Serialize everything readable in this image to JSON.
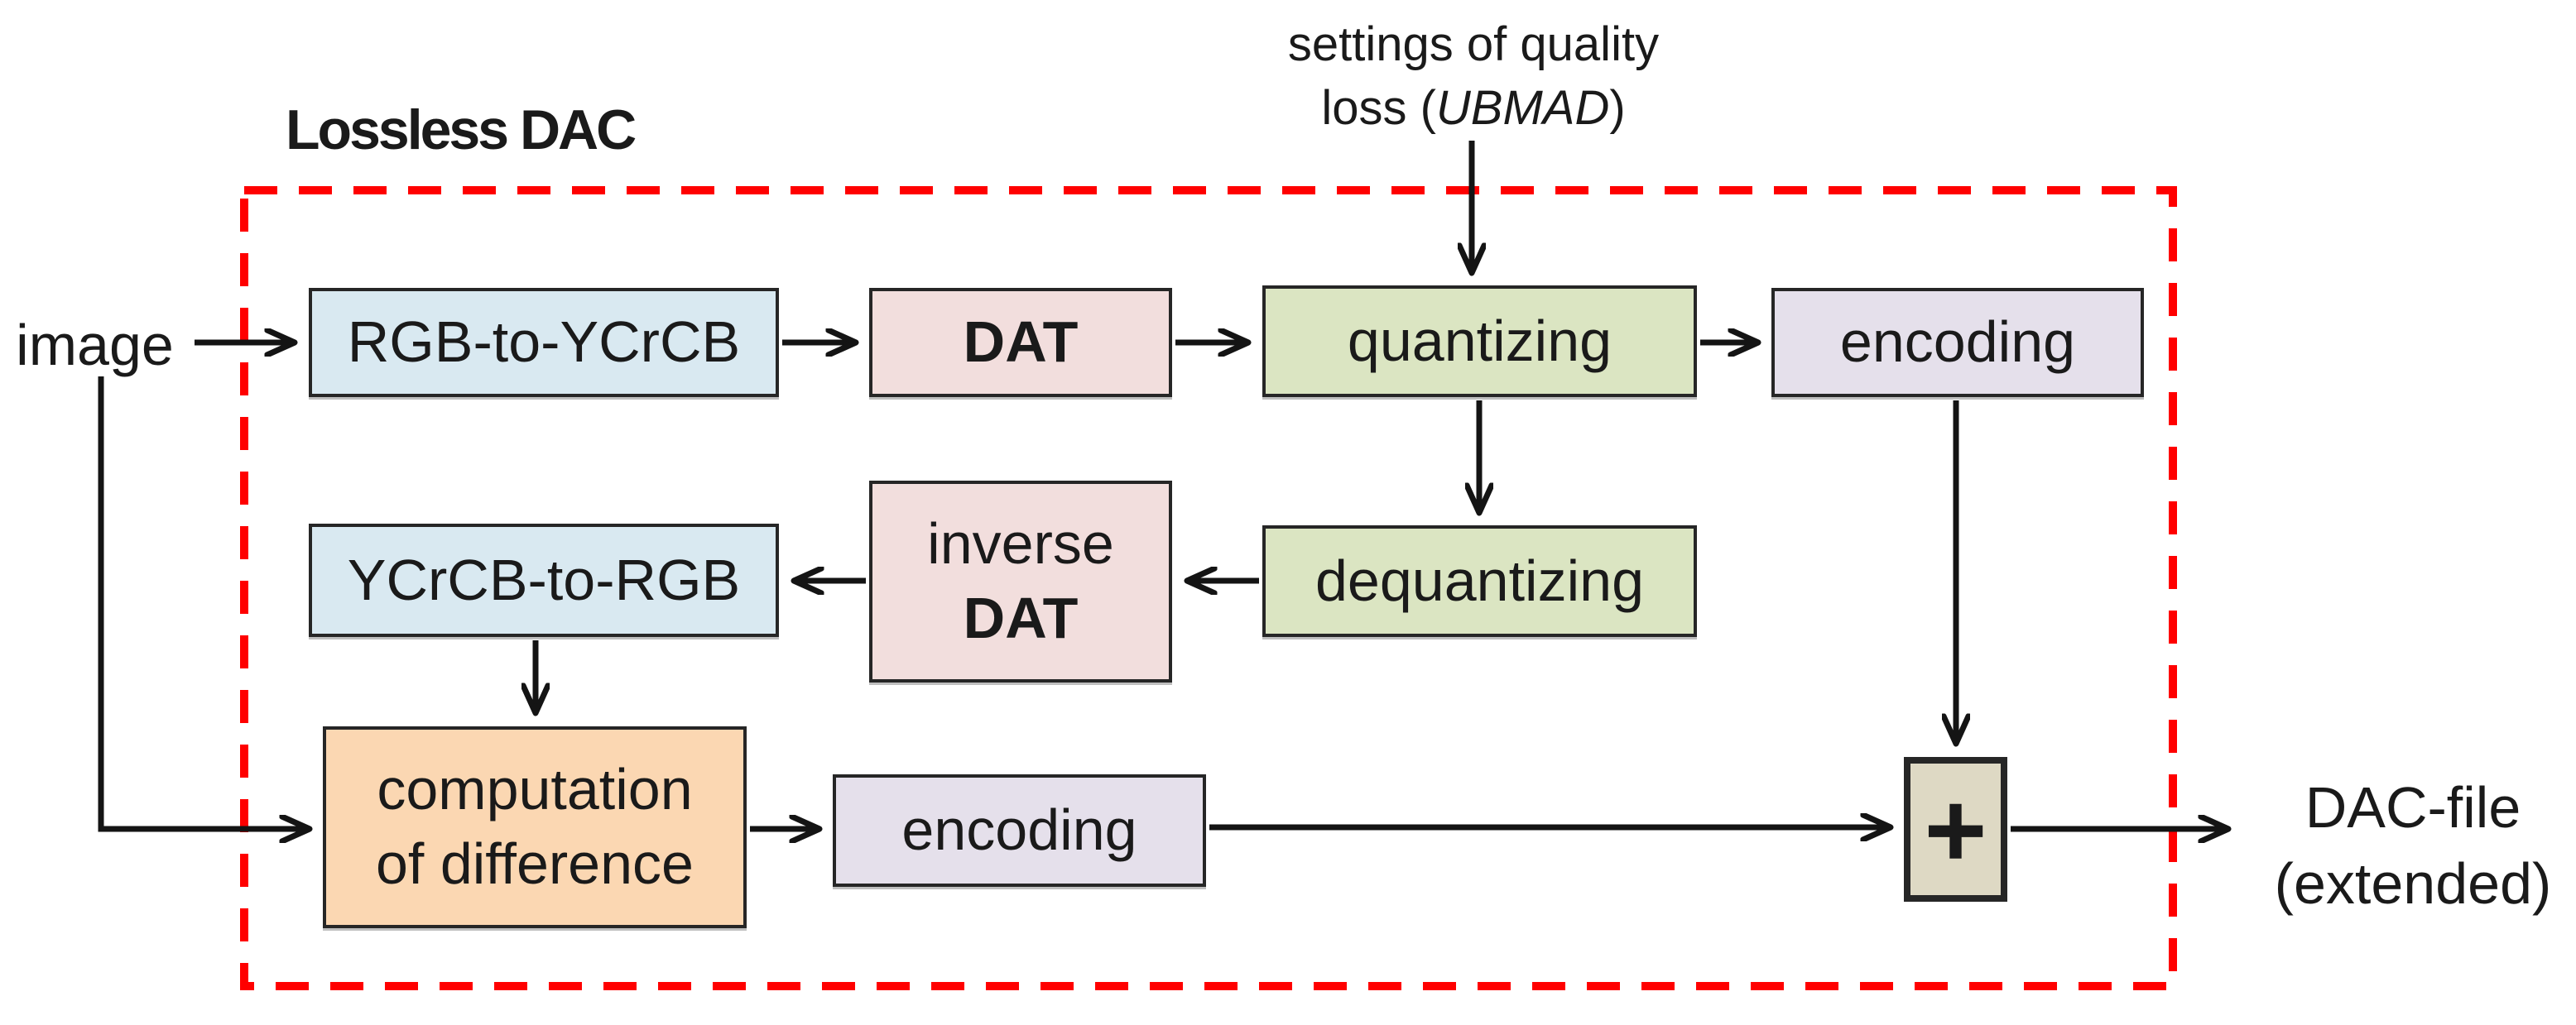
{
  "diagram": {
    "title": "Lossless DAC",
    "input_label": "image",
    "settings": {
      "line1": "settings of quality",
      "line2_prefix": "loss (",
      "param": "UBMAD",
      "line2_suffix": ")"
    },
    "nodes": {
      "rgb_to_ycrcb": "RGB-to-YCrCB",
      "dat": "DAT",
      "quantizing": "quantizing",
      "encoding_top": "encoding",
      "dequantizing": "dequantizing",
      "inverse_dat_line1": "inverse",
      "inverse_dat_line2": "DAT",
      "ycrcb_to_rgb": "YCrCB-to-RGB",
      "computation_line1": "computation",
      "computation_line2": "of difference",
      "encoding_bottom": "encoding",
      "adder": "+"
    },
    "output": {
      "line1": "DAC-file",
      "line2": "(extended)"
    },
    "colors": {
      "container_dash": "#ff0000",
      "node_border": "#262626",
      "arrow": "#141414",
      "fill_blue": "#d9e9f1",
      "fill_pink": "#f2dedd",
      "fill_green": "#dbe5c2",
      "fill_lavender": "#e5e0eb",
      "fill_orange": "#fbd7b2",
      "fill_khaki": "#ded9c4"
    },
    "edges": [
      "image -> RGB-to-YCrCB",
      "RGB-to-YCrCB -> DAT",
      "DAT -> quantizing",
      "settings of quality loss (UBMAD) -> quantizing",
      "quantizing -> encoding(top)",
      "quantizing -> dequantizing",
      "dequantizing -> inverse DAT",
      "inverse DAT -> YCrCB-to-RGB",
      "YCrCB-to-RGB -> computation of difference",
      "image -> computation of difference",
      "computation of difference -> encoding(bottom)",
      "encoding(bottom) -> adder(+)",
      "encoding(top) -> adder(+)",
      "adder(+) -> DAC-file (extended)"
    ]
  }
}
